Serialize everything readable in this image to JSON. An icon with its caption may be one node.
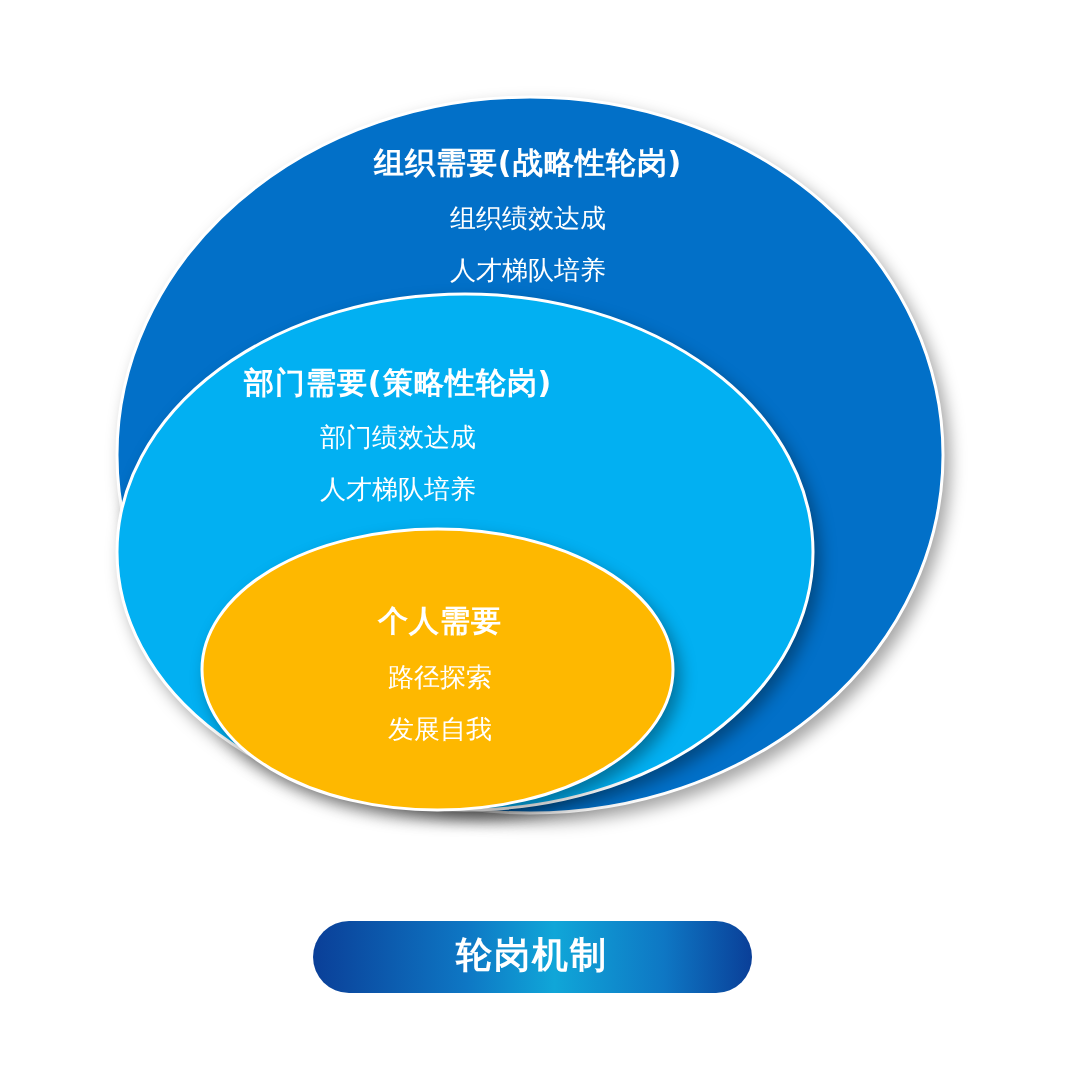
{
  "diagram": {
    "nodes": [
      {
        "text": [
          "组织需要(战略性轮岗)",
          "组织绩效达成",
          "人才梯队培养"
        ]
      },
      {
        "text": [
          "部门需要(策略性轮岗)",
          "部门绩效达成",
          "人才梯队培养"
        ],
        "in": 0
      },
      {
        "text": [
          "个人需要",
          "路径探索",
          "发展自我"
        ],
        "in": 1
      },
      {
        "text": [
          "轮岗机制"
        ]
      }
    ]
  }
}
